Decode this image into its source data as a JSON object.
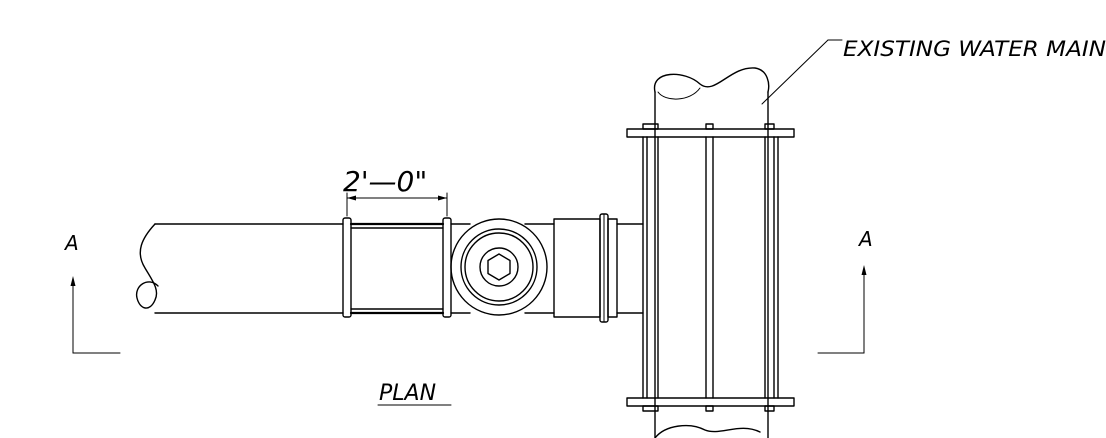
{
  "labels": {
    "main_callout": "EXISTING WATER MAIN",
    "dimension": "2'—0\"",
    "section_left": "A",
    "section_right": "A",
    "view_title": "PLAN"
  },
  "colors": {
    "ink": "#000000",
    "paper": "#ffffff"
  }
}
